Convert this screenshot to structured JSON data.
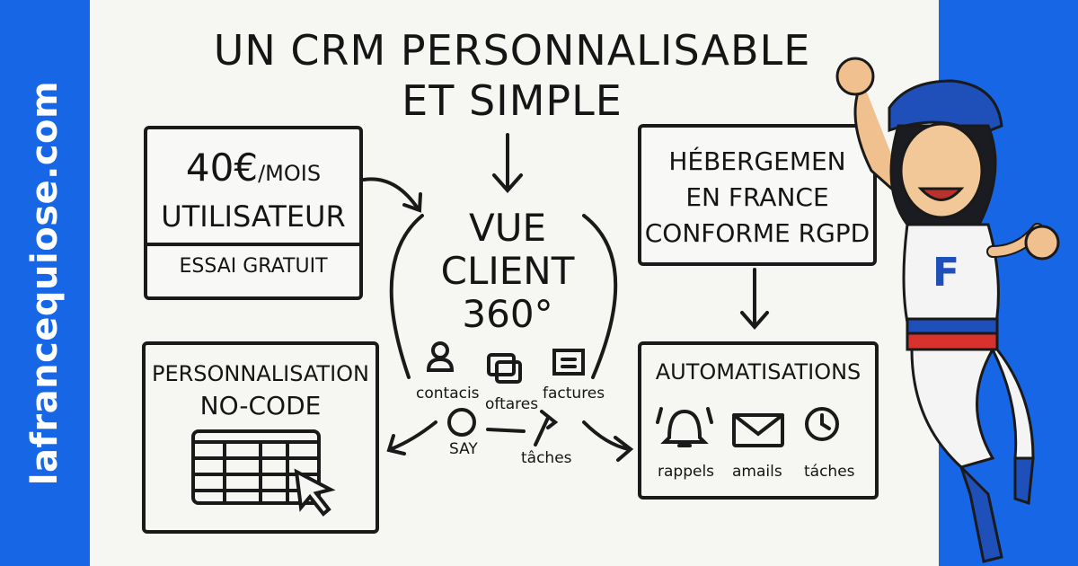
{
  "site": "lafrancequiose.com",
  "title": {
    "line1": "UN CRM PERSONNALISABLE",
    "line2": "ET SIMPLE"
  },
  "price_box": {
    "price": "40€",
    "per": "/MOIS",
    "unit": "UTILISATEUR",
    "trial": "ESSAI GRATUIT"
  },
  "center": {
    "line1": "VUE",
    "line2": "CLIENT",
    "line3": "360°"
  },
  "center_items": [
    {
      "label": "contacis",
      "icon": "user-icon"
    },
    {
      "label": "oftares",
      "icon": "stacked-windows-icon"
    },
    {
      "label": "factures",
      "icon": "invoice-icon"
    },
    {
      "label": "SAY",
      "icon": "circle-icon"
    },
    {
      "label": "tâches",
      "icon": "hammer-icon"
    }
  ],
  "hosting_box": {
    "line1": "HÉBERGEMEN",
    "line2": "EN FRANCE",
    "line3": "CONFORME RGPD"
  },
  "nocode_box": {
    "line1": "PERSONNALISATION",
    "line2": "NO-CODE",
    "icon": "spreadsheet-cursor-icon"
  },
  "automation_box": {
    "title": "AUTOMATISATIONS",
    "items": [
      {
        "label": "rappels",
        "icon": "bell-icon"
      },
      {
        "label": "amails",
        "icon": "envelope-icon"
      },
      {
        "label": "táches",
        "icon": "clock-icon"
      }
    ]
  },
  "mascot": {
    "shirt_letter": "F"
  },
  "colors": {
    "brand_blue": "#1766e6",
    "ink": "#151515",
    "paper": "#f6f6f3",
    "flag_red": "#d8322e"
  }
}
